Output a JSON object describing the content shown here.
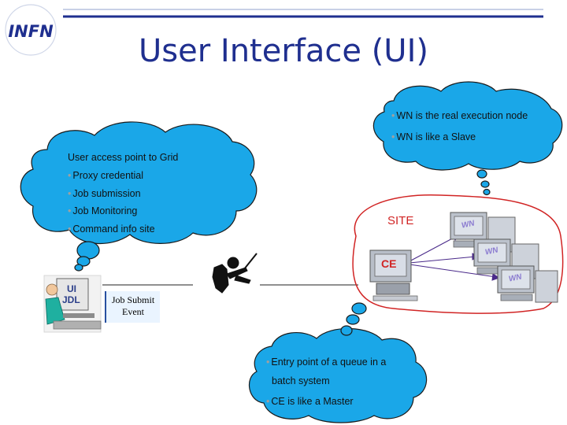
{
  "logo": {
    "text": "INFN"
  },
  "title": "User Interface (UI)",
  "cloud_wn": {
    "lines": [
      "WN is the real execution node",
      "WN is like a Slave"
    ]
  },
  "cloud_ui": {
    "heading": "User access point to Grid",
    "items": [
      "Proxy credential",
      "Job submission",
      "Job Monitoring",
      "Command info site"
    ]
  },
  "cloud_ce": {
    "lines": [
      "Entry point of a queue in a",
      "batch system",
      "CE is like a Master"
    ]
  },
  "site_label": "SITE",
  "ce_label": "CE",
  "wn_label": "WN",
  "ui_screen": {
    "line1": "UI",
    "line2": "JDL"
  },
  "event_box": {
    "line1": "Job Submit",
    "line2": "Event"
  },
  "colors": {
    "title": "#1f2f8f",
    "cloud": "#1aa7e8",
    "cloud_outline": "#1a1a1a",
    "site_border": "#d12424",
    "topline": "#1f2f8f"
  }
}
